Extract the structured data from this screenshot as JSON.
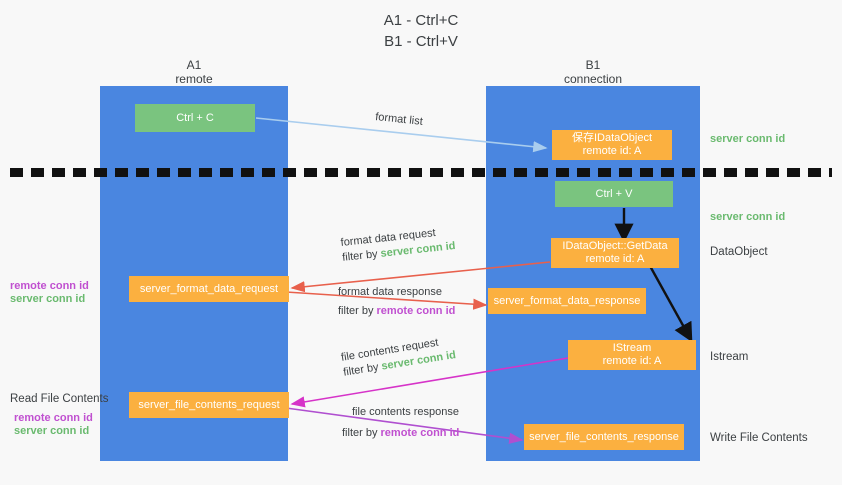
{
  "title": "A1 - Ctrl+C\nB1 - Ctrl+V",
  "columns": [
    {
      "name": "A1",
      "sub": "remote",
      "label": "A1\nremote"
    },
    {
      "name": "B1",
      "sub": "connection",
      "label": "B1\nconnection"
    }
  ],
  "nodes": {
    "ctrl_c": "Ctrl + C",
    "ctrl_v": "Ctrl + V",
    "data_object_save": "保存IDataObject\nremote id: A",
    "get_data": "IDataObject::GetData\nremote id: A",
    "istream": "IStream\nremote id: A",
    "server_format_data_request": "server_format_data_request",
    "server_format_data_response": "server_format_data_response",
    "server_file_contents_request": "server_file_contents_request",
    "server_file_contents_response": "server_file_contents_response"
  },
  "right_labels": {
    "server_conn_id_top": "server conn id",
    "server_conn_id_mid": "server conn id",
    "data_object": "DataObject",
    "istream": "Istream",
    "write_file_contents": "Write File Contents"
  },
  "left_labels": {
    "remote_conn_id_mid": "remote conn id",
    "server_conn_id_mid": "server conn id",
    "read_file_contents": "Read File Contents",
    "remote_conn_id_bottom": "remote conn id",
    "server_conn_id_bottom": "server conn id"
  },
  "edges": {
    "format_list": "format list",
    "format_data_request": "format data request",
    "format_data_request_filter_prefix": "filter by ",
    "format_data_request_filter_key": "server conn id",
    "format_data_response": "format data response",
    "format_data_response_filter_prefix": "filter by ",
    "format_data_response_filter_key": "remote conn id",
    "file_contents_request": "file contents request",
    "file_contents_request_filter_prefix": "filter by ",
    "file_contents_request_filter_key": "server conn id",
    "file_contents_response": "file contents response",
    "file_contents_response_filter_prefix": "filter by ",
    "file_contents_response_filter_key": "remote conn id"
  },
  "colors": {
    "lane": "#4a86e0",
    "node_green": "#7ac47f",
    "node_orange": "#fbb040",
    "server_conn_id": "#6aba6f",
    "remote_conn_id": "#c050d0",
    "arrow_light_blue": "#a9cdee",
    "arrow_red": "#e8604c",
    "arrow_magenta": "#d633c8",
    "arrow_purple": "#b04fd0",
    "arrow_black": "#111111"
  }
}
